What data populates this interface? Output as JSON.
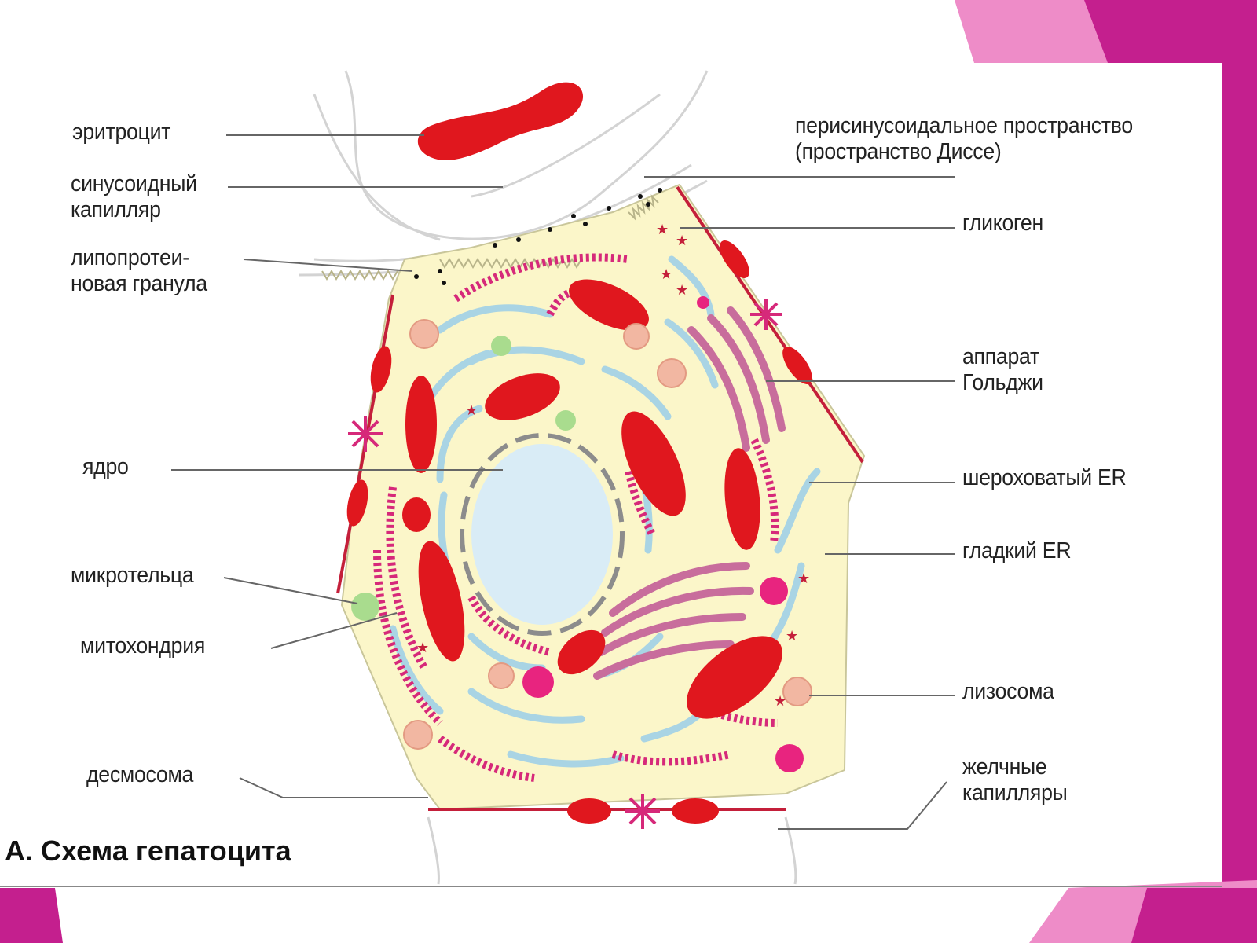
{
  "labels": {
    "erythrocyte": "эритроцит",
    "sinusoid_line1": "синусоидный",
    "sinusoid_line2": "капилляр",
    "lipoprotein_line1": "липопротеи-",
    "lipoprotein_line2": "новая гранула",
    "nucleus": "ядро",
    "microbodies": "микротельца",
    "mitochondrion": "митохондрия",
    "desmosome": "десмосома",
    "disse_line1": "перисинусоидальное пространство",
    "disse_line2": "(пространство Диссе)",
    "glycogen": "гликоген",
    "golgi_line1": "аппарат",
    "golgi_line2": "Гольджи",
    "rough_er": "шероховатый ER",
    "smooth_er": "гладкий ER",
    "lysosome": "лизосома",
    "bile_line1": "желчные",
    "bile_line2": "капилляры"
  },
  "caption": "А. Схема гепатоцита",
  "colors": {
    "accent_magenta": "#c41f8e",
    "accent_pink": "#ee8cc8",
    "cytoplasm": "#fbf6c9",
    "mitochondria": "#e0171e",
    "nucleus": "#d9ecf6",
    "smooth_er": "#a9d4e4",
    "rough_er": "#d6297a",
    "golgi": "#c86d9c",
    "lysosome": "#f2b7a2",
    "microbody": "#a9dc8e"
  }
}
